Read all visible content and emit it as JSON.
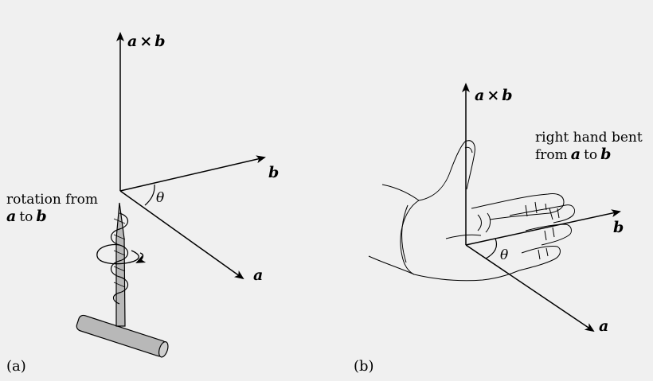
{
  "panel_a": {
    "label": "(a)",
    "axis_up_a": "a",
    "axis_up_times": "×",
    "axis_up_b": "b",
    "axis_b": "b",
    "axis_a": "a",
    "angle": "θ",
    "rotation_line1": "rotation from",
    "rotation_a": "a",
    "rotation_to": "to",
    "rotation_b": "b"
  },
  "panel_b": {
    "label": "(b)",
    "axis_up_a": "a",
    "axis_up_times": "×",
    "axis_up_b": "b",
    "axis_b": "b",
    "axis_a": "a",
    "angle": "θ",
    "hand_line1": "right hand bent",
    "hand_from": "from",
    "hand_a": "a",
    "hand_to": "to",
    "hand_b": "b"
  },
  "colors": {
    "background": "#f0f0f0",
    "ink": "#000000",
    "screw_fill": "#b8b8b8"
  }
}
